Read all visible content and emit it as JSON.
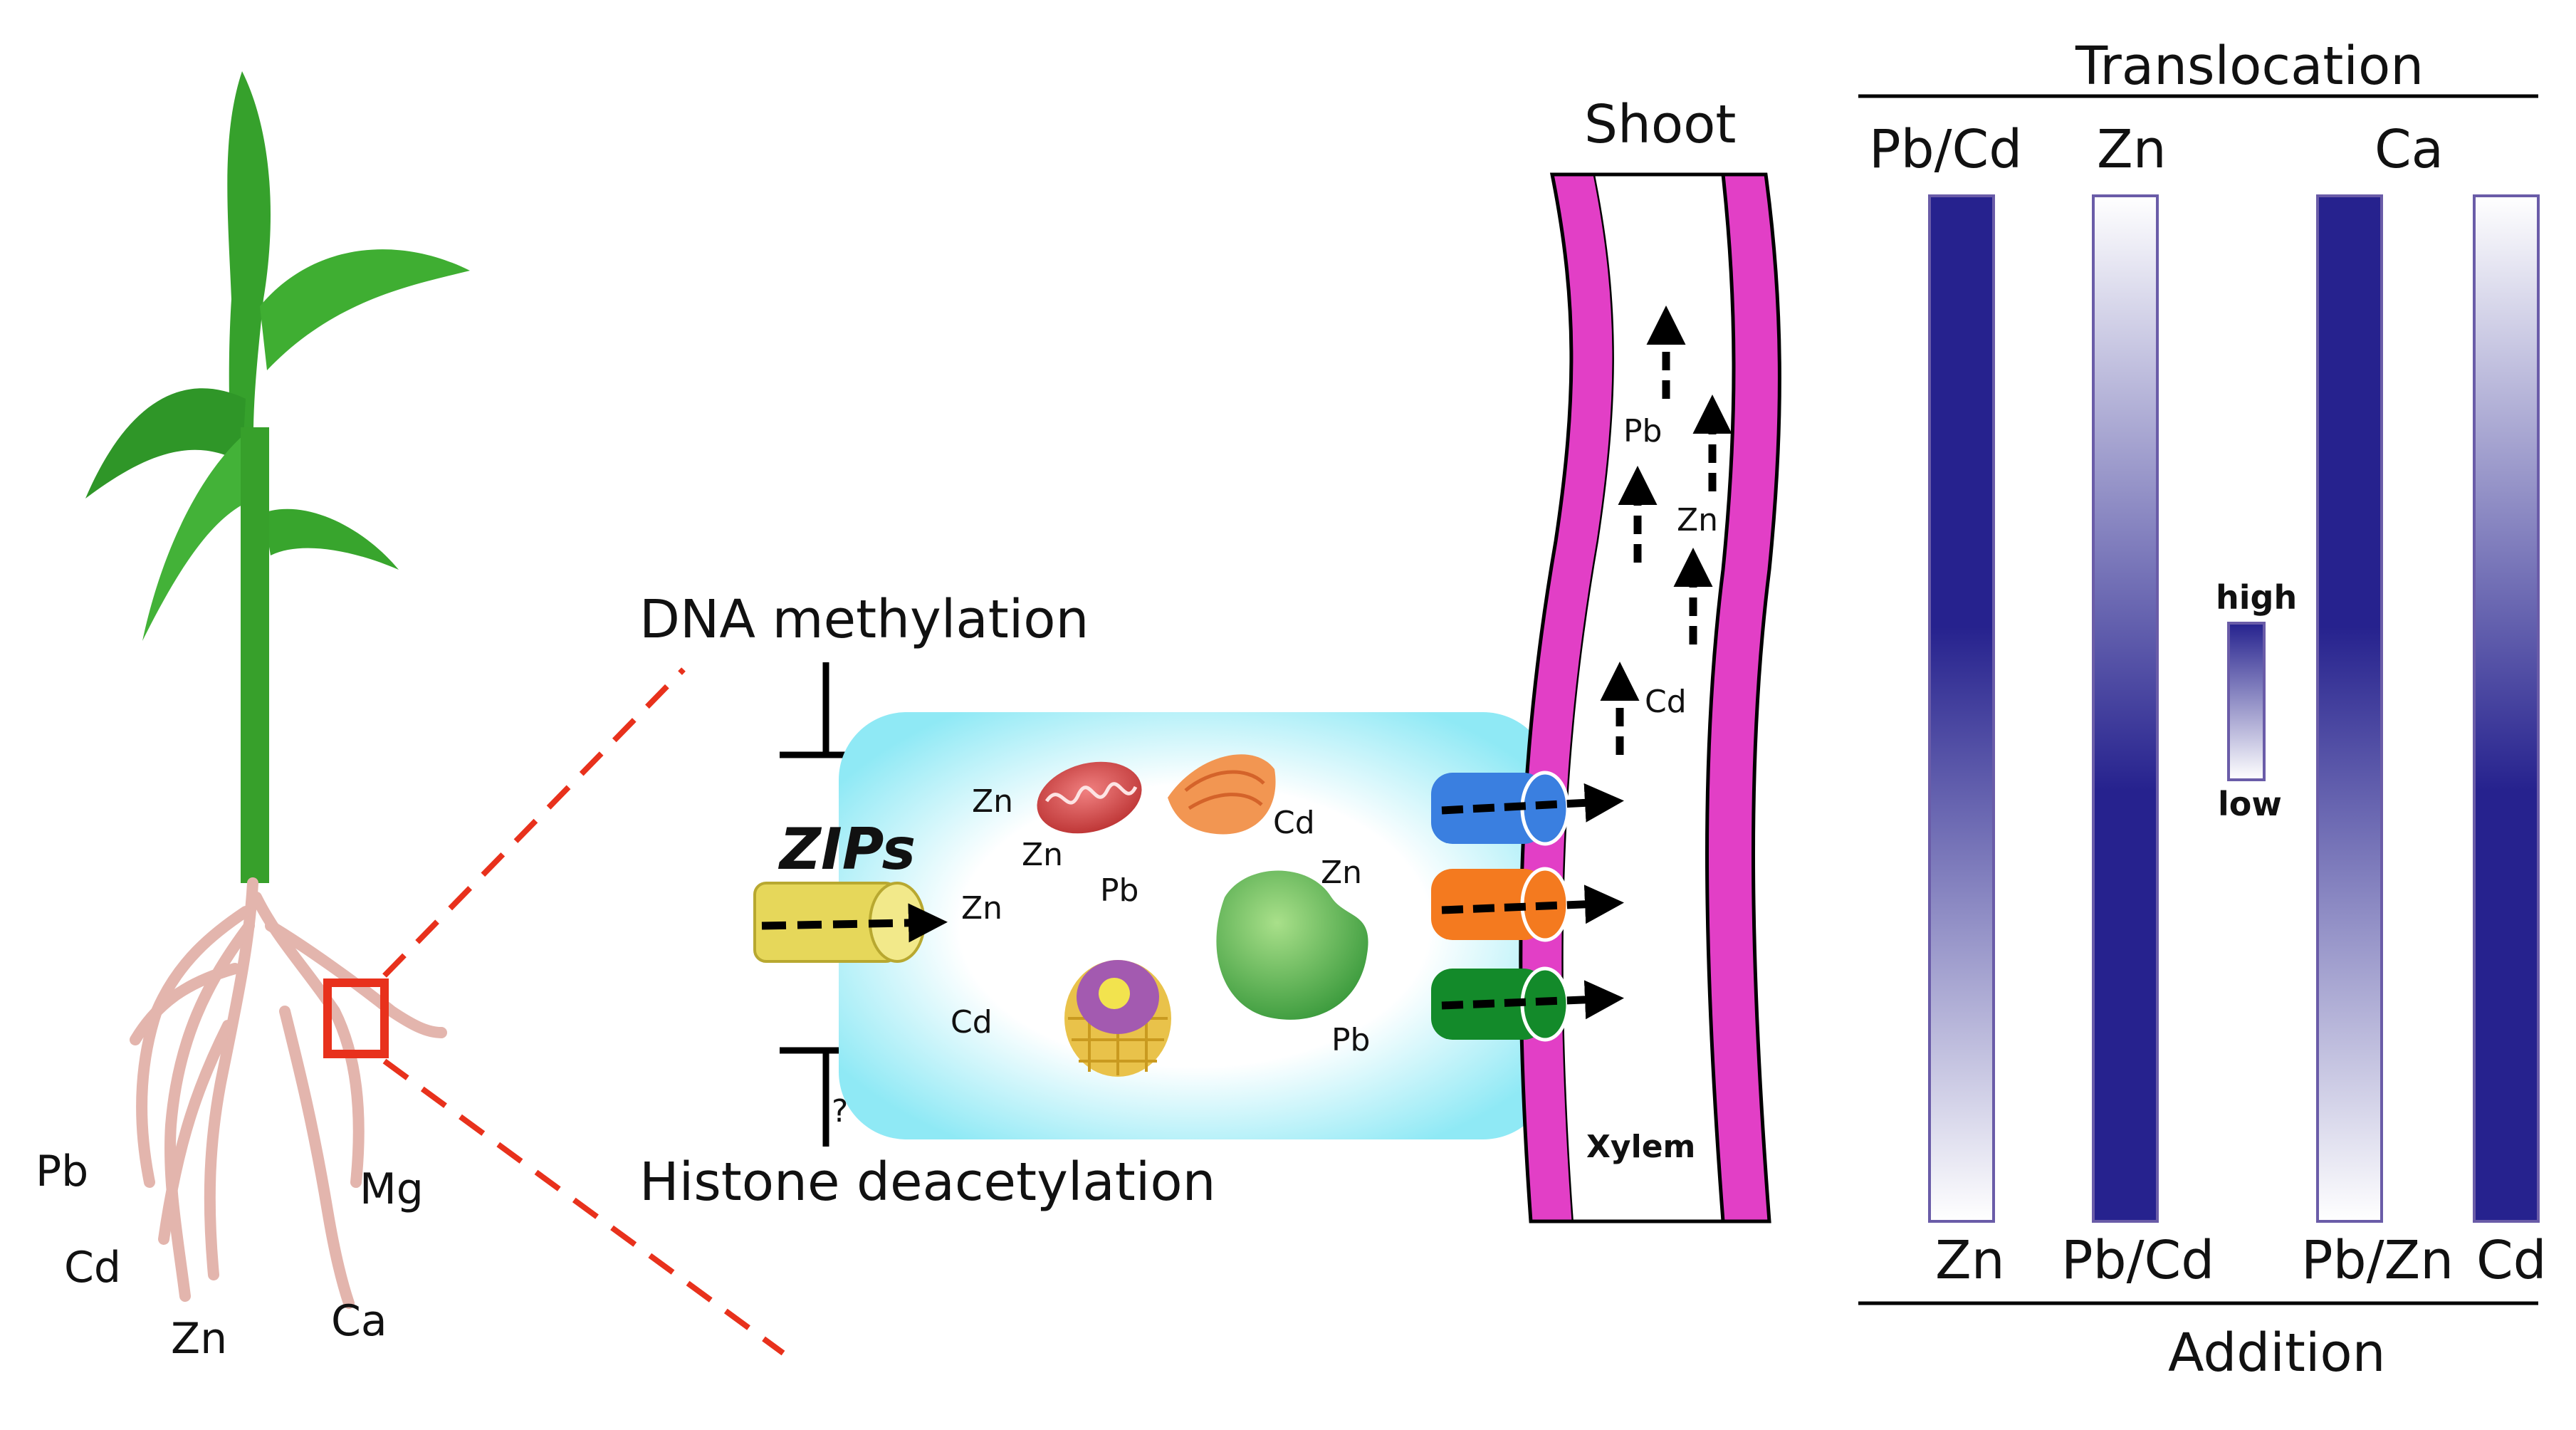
{
  "plant": {
    "elements": [
      "Pb",
      "Cd",
      "Zn",
      "Ca",
      "Mg"
    ]
  },
  "regulation": {
    "top": "DNA methylation",
    "bottom": "Histone deacetylation",
    "question": "?"
  },
  "transporter": {
    "label": "ZIPs"
  },
  "cell": {
    "ions": {
      "zn1": "Zn",
      "zn2": "Zn",
      "zn3": "Zn",
      "zn4": "Zn",
      "pb1": "Pb",
      "pb2": "Pb",
      "cd1": "Cd",
      "cd2": "Cd"
    }
  },
  "xylem": {
    "title": "Shoot",
    "label": "Xylem",
    "ions": {
      "pb": "Pb",
      "zn": "Zn",
      "cd": "Cd"
    },
    "channel_colors": [
      "#3a7fe0",
      "#f47a1f",
      "#138a2a"
    ]
  },
  "translocation": {
    "header": "Translocation",
    "footer": "Addition",
    "top_labels": {
      "pbcd": "Pb/Cd",
      "zn": "Zn",
      "ca": "Ca"
    },
    "bottom_labels": [
      "Zn",
      "Pb/Cd",
      "Pb/Zn",
      "Cd"
    ],
    "legend": {
      "high": "high",
      "low": "low"
    },
    "bars": [
      {
        "top": "high",
        "bottom": "low"
      },
      {
        "top": "low",
        "bottom": "high"
      },
      {
        "top": "high",
        "bottom": "low"
      },
      {
        "top": "low",
        "bottom": "high"
      }
    ],
    "colors": {
      "high": "#26228e",
      "low": "#ffffff"
    }
  }
}
